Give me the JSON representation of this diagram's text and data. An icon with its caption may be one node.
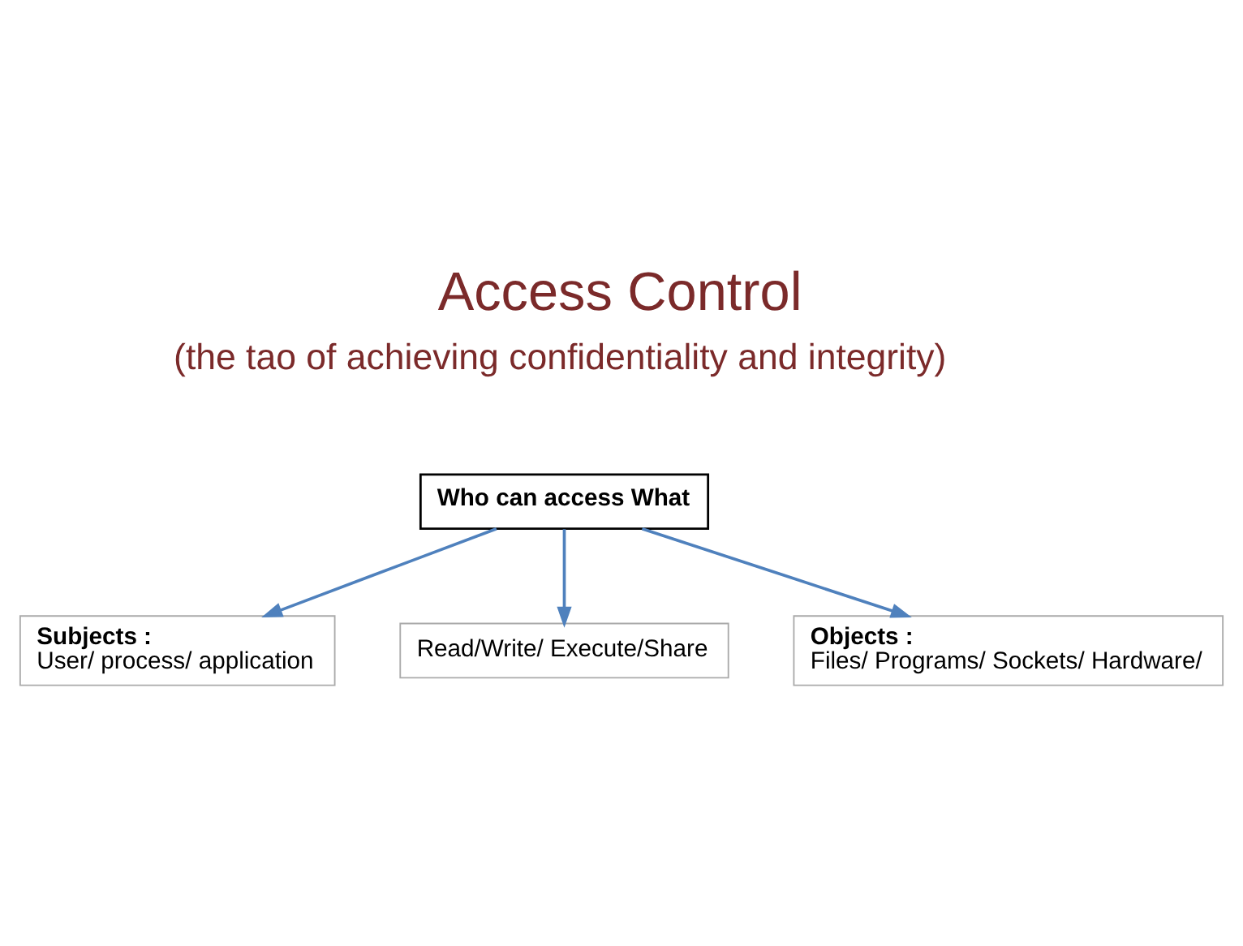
{
  "diagram": {
    "title": "Access Control",
    "nodes": [
      {
        "text": [
          "Who can access What"
        ]
      },
      {
        "text": [
          "Subjects :",
          "User/ process/ application"
        ]
      },
      {
        "text": [
          "Read/Write/ Execute/Share"
        ]
      },
      {
        "text": [
          "Objects :",
          "Files/ Programs/ Sockets/ Hardware/"
        ]
      }
    ],
    "edges": [
      {
        "from": 0,
        "to": 1,
        "arrow": "to",
        "color": "#4f81bd"
      },
      {
        "from": 0,
        "to": 2,
        "arrow": "to",
        "color": "#4f81bd"
      },
      {
        "from": 0,
        "to": 3,
        "arrow": "to",
        "color": "#4f81bd"
      }
    ],
    "labels": [
      "(the tao of achieving confidentiality and integrity)"
    ]
  }
}
